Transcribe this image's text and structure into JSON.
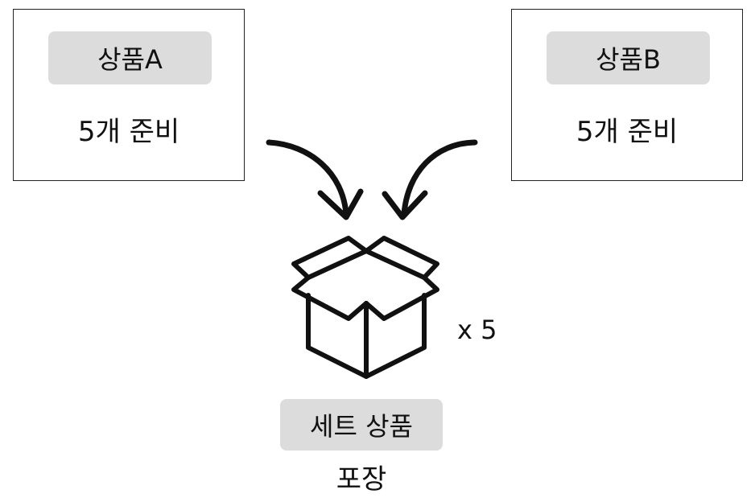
{
  "products": [
    {
      "label": "상품A",
      "quantity_text": "5개 준비"
    },
    {
      "label": "상품B",
      "quantity_text": "5개 준비"
    }
  ],
  "result": {
    "multiplier": "x 5",
    "set_label": "세트 상품",
    "action_label": "포장"
  },
  "icons": {
    "arrow_left": "curved-down-arrow-icon",
    "arrow_right": "curved-down-arrow-icon",
    "box": "open-box-icon"
  },
  "colors": {
    "label_background": "#dcdcdc",
    "stroke": "#111111",
    "border": "#222222"
  }
}
